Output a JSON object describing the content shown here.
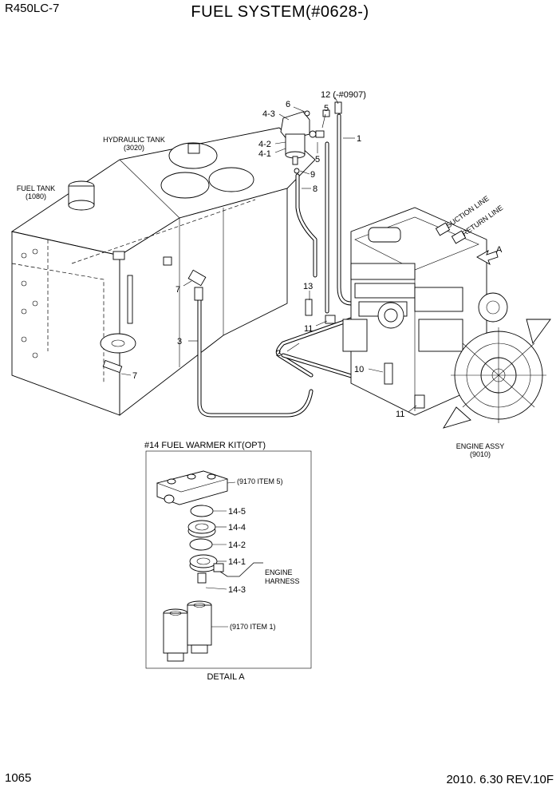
{
  "header": {
    "model": "R450LC-7",
    "title": "FUEL SYSTEM(#0628-)"
  },
  "footer": {
    "page_number": "1065",
    "revision": "2010. 6.30  REV.10F"
  },
  "assemblies": {
    "hydraulic_tank": {
      "name": "HYDRAULIC TANK",
      "ref": "(3020)"
    },
    "fuel_tank": {
      "name": "FUEL TANK",
      "ref": "(1080)"
    },
    "engine_assy": {
      "name": "ENGINE ASSY",
      "ref": "(9010)"
    }
  },
  "lines": {
    "suction": "SUCTION LINE",
    "return": "RETURN LINE"
  },
  "view_marker": "A",
  "callouts": {
    "c1": "1",
    "c2": "2",
    "c3": "3",
    "c4_1": "4-1",
    "c4_2": "4-2",
    "c4_3": "4-3",
    "c5a": "5",
    "c5b": "5",
    "c6": "6",
    "c7a": "7",
    "c7b": "7",
    "c8": "8",
    "c9": "9",
    "c10": "10",
    "c11a": "11",
    "c11b": "11",
    "c12": "12 (-#0907)",
    "c13": "13"
  },
  "detail": {
    "title": "#14 FUEL WARMER KIT(OPT)",
    "caption": "DETAIL A",
    "item_5_ref": "(9170 ITEM 5)",
    "item_1_ref": "(9170 ITEM 1)",
    "engine_harness_1": "ENGINE",
    "engine_harness_2": "HARNESS",
    "c14_5": "14-5",
    "c14_4": "14-4",
    "c14_2": "14-2",
    "c14_1": "14-1",
    "c14_3": "14-3"
  }
}
